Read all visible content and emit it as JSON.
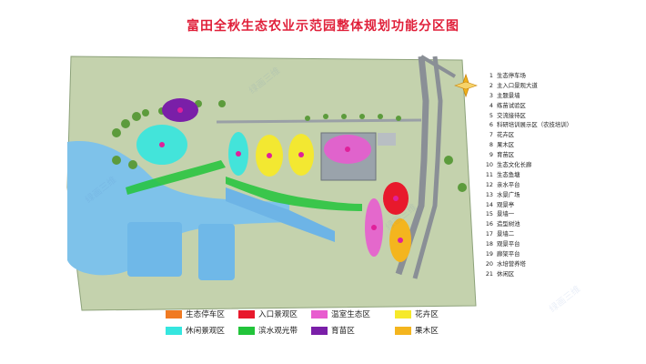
{
  "title": "富田全秋生态农业示范园整体规划功能分区图",
  "legend_items": [
    {
      "num": "1",
      "label": "生态停车场"
    },
    {
      "num": "2",
      "label": "主入口景观大道"
    },
    {
      "num": "3",
      "label": "主题景墙"
    },
    {
      "num": "4",
      "label": "练苗试验区"
    },
    {
      "num": "5",
      "label": "交流接待区"
    },
    {
      "num": "6",
      "label": "科研培训展示区（农技培训）"
    },
    {
      "num": "7",
      "label": "花卉区"
    },
    {
      "num": "8",
      "label": "果木区"
    },
    {
      "num": "9",
      "label": "育苗区"
    },
    {
      "num": "10",
      "label": "生态文化长廊"
    },
    {
      "num": "11",
      "label": "生态鱼塘"
    },
    {
      "num": "12",
      "label": "亲水平台"
    },
    {
      "num": "13",
      "label": "水景广场"
    },
    {
      "num": "14",
      "label": "观景亭"
    },
    {
      "num": "15",
      "label": "景墙一"
    },
    {
      "num": "16",
      "label": "造型树池"
    },
    {
      "num": "17",
      "label": "景墙二"
    },
    {
      "num": "18",
      "label": "观景平台"
    },
    {
      "num": "19",
      "label": "廊架平台"
    },
    {
      "num": "20",
      "label": "水培营养塔"
    },
    {
      "num": "21",
      "label": "休闲区"
    }
  ],
  "zone_legend": [
    {
      "label": "生态停车区",
      "color": "#f07a22"
    },
    {
      "label": "入口景观区",
      "color": "#e8192c"
    },
    {
      "label": "温室生态区",
      "color": "#e85ccf"
    },
    {
      "label": "花卉区",
      "color": "#f6e92a"
    },
    {
      "label": "休闲景观区",
      "color": "#35e6df"
    },
    {
      "label": "滨水观光带",
      "color": "#22c43a"
    },
    {
      "label": "育苗区",
      "color": "#7a1fa8"
    },
    {
      "label": "果木区",
      "color": "#f4b51e"
    }
  ]
}
